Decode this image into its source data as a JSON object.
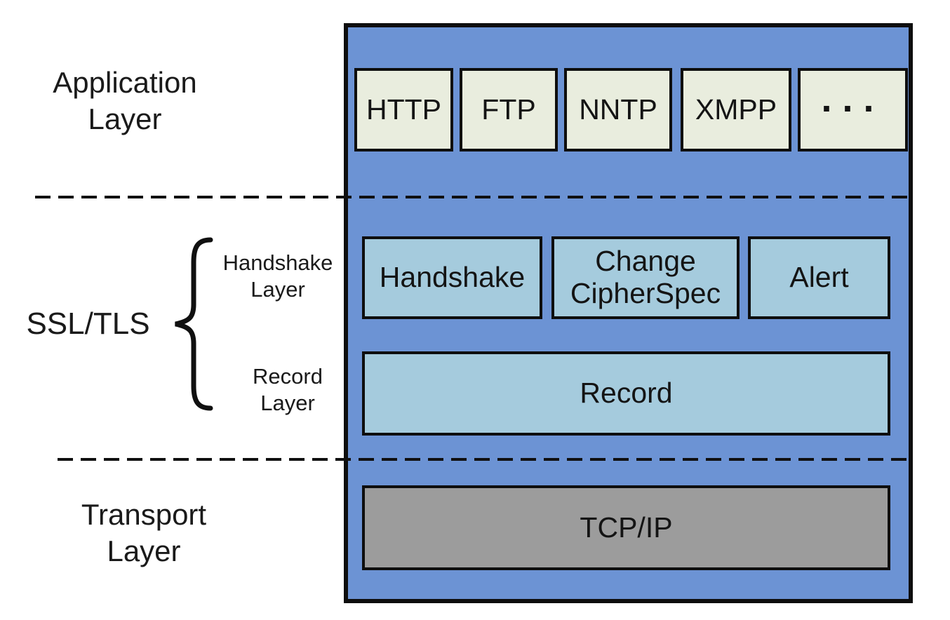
{
  "left_labels": {
    "application": "Application Layer",
    "ssl_tls": "SSL/TLS",
    "handshake_layer": "Handshake Layer",
    "record_layer": "Record Layer",
    "transport": "Transport Layer"
  },
  "stack": {
    "application_protocols": [
      "HTTP",
      "FTP",
      "NNTP",
      "XMPP",
      "..."
    ],
    "ssl_protocols": [
      "Handshake",
      "Change CipherSpec",
      "Alert"
    ],
    "record_label": "Record",
    "transport_label": "TCP/IP"
  },
  "colors": {
    "panel_blue": "#6C93D4",
    "ssl_box_blue": "#A5CBDD",
    "application_box_cream": "#E9EDDE",
    "transport_box_gray": "#9C9C9C",
    "line_black": "#111111"
  }
}
